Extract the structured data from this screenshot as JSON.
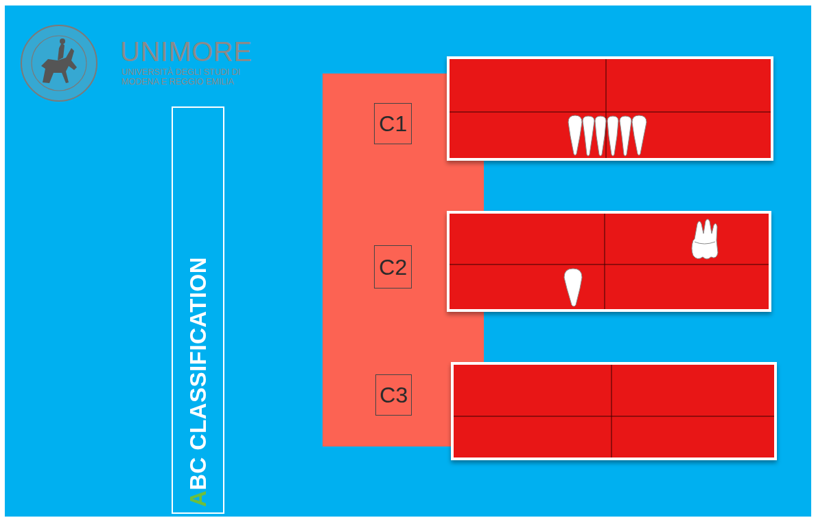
{
  "diagram": {
    "nodes": [
      {
        "text": [
          "ABC CLASSIFICATION"
        ]
      },
      {
        "text": [
          "C1"
        ]
      },
      {
        "text": [
          "C2"
        ]
      },
      {
        "text": [
          "C3"
        ]
      }
    ],
    "labels": [
      "UNIMORE",
      "UNIVERSITÀ DEGLI STUDI DI MODENA E REGGIO EMILIA"
    ]
  }
}
